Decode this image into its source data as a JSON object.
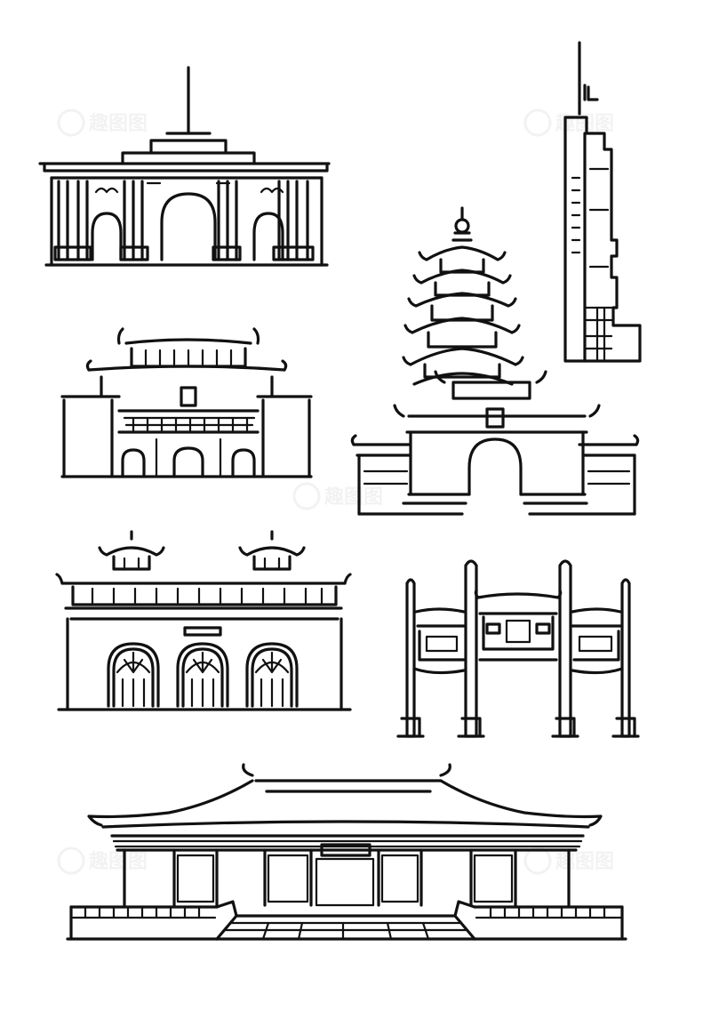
{
  "illustration": {
    "subject": "Nanjing landmark buildings, black line-art icon set",
    "ink_color": "#111111",
    "background_color": "#ffffff",
    "icons": [
      "presidential-palace-gate-icon",
      "skyscraper-tower-icon",
      "pagoda-gate-icon",
      "walled-hall-icon",
      "twin-pavilion-city-gate-icon",
      "memorial-archway-icon",
      "grand-palace-hall-icon"
    ]
  },
  "watermark": {
    "text": "趣图图",
    "opacity": 0.05
  }
}
